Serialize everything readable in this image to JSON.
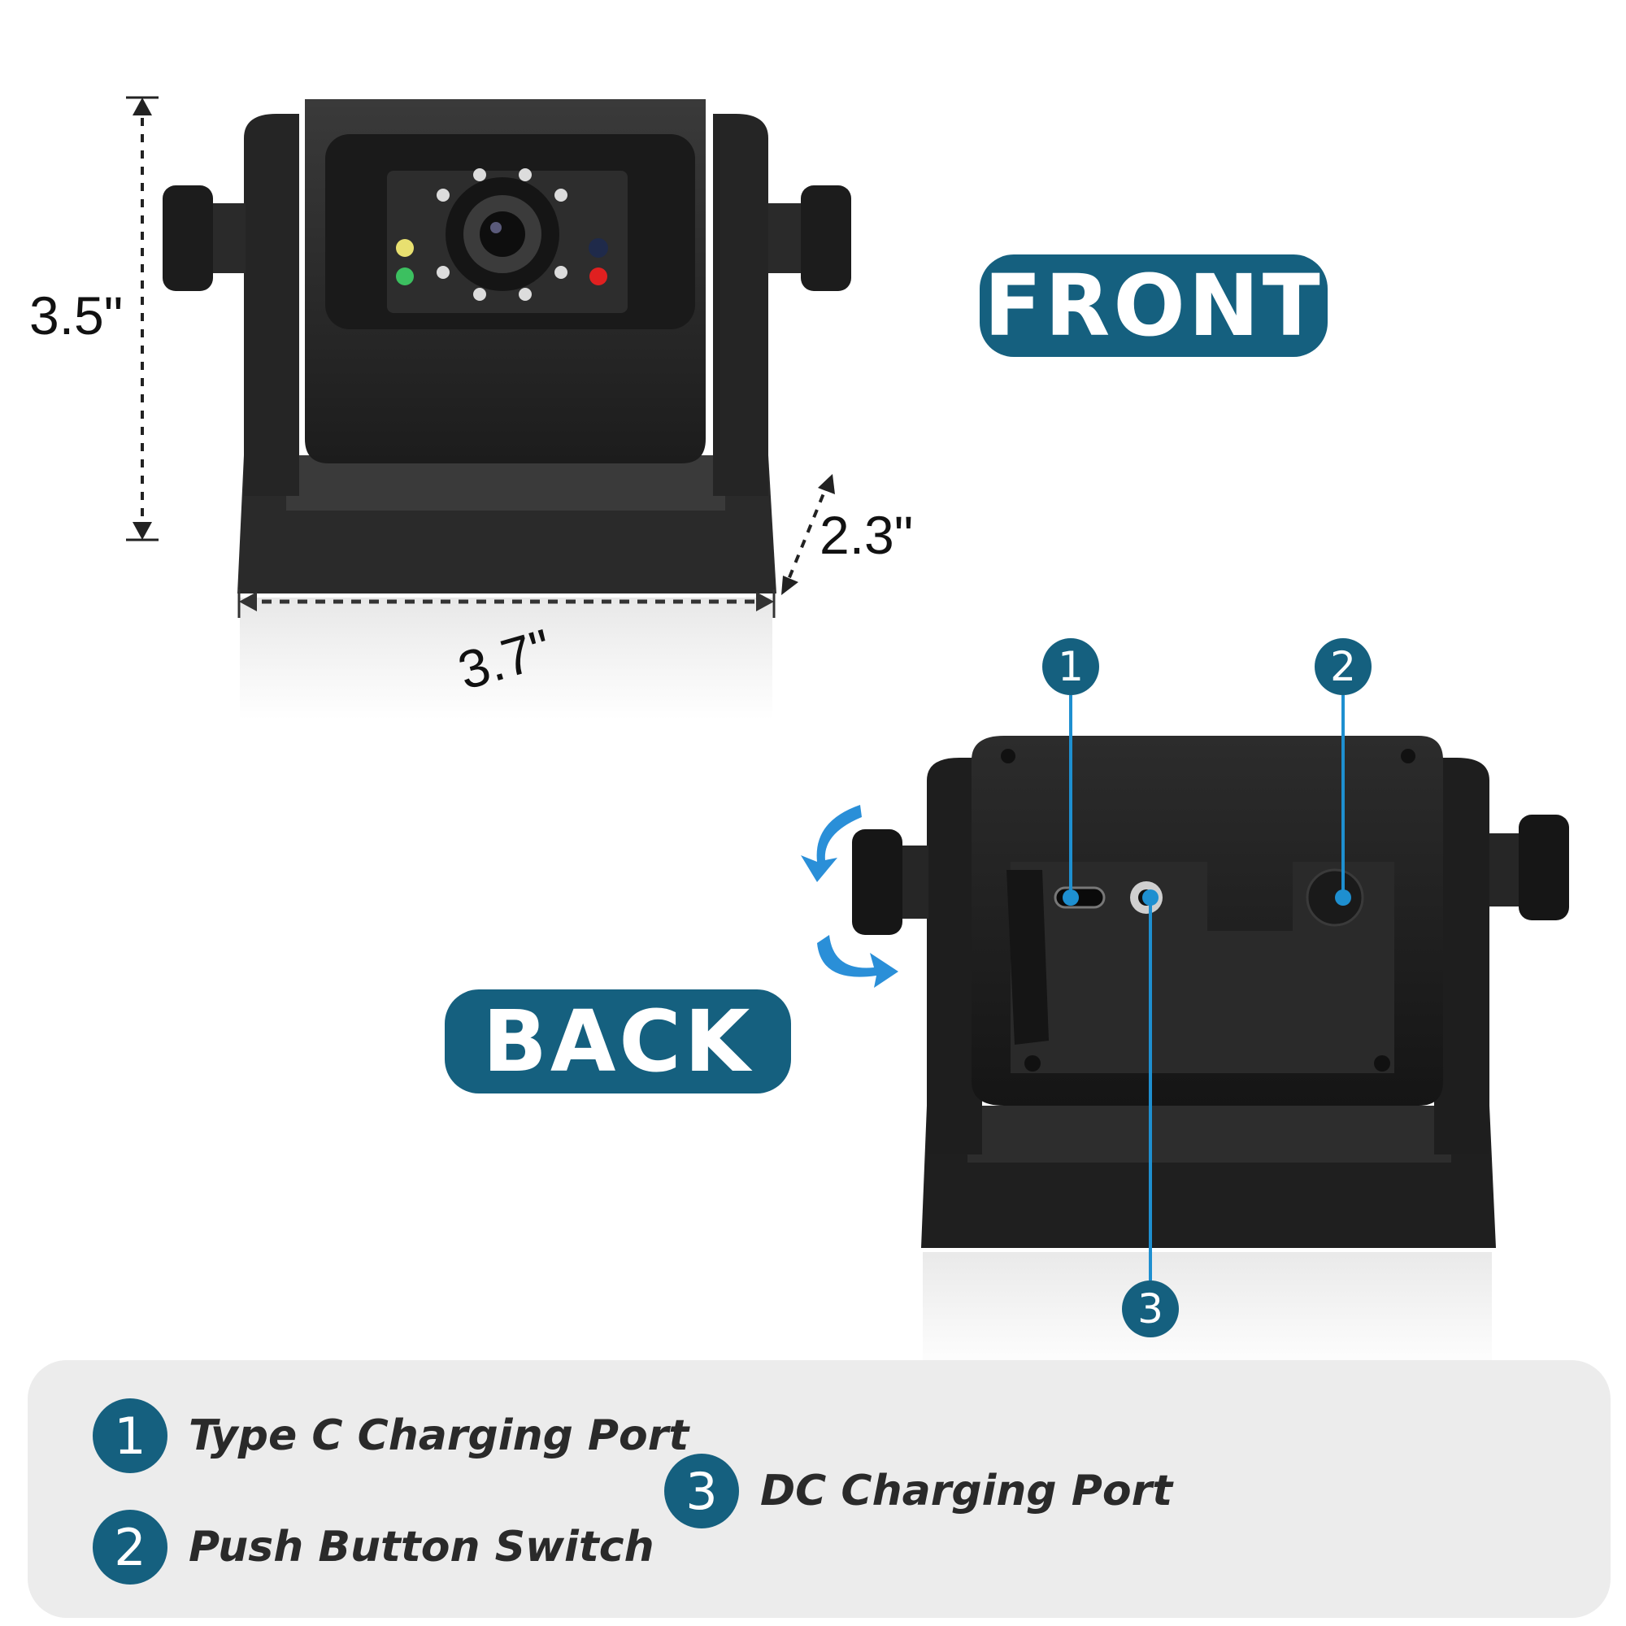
{
  "labels": {
    "front": "FRONT",
    "back": "BACK"
  },
  "dimensions": {
    "height": "3.5\"",
    "depth": "2.3\"",
    "width": "3.7\""
  },
  "callouts": [
    "1",
    "2",
    "3"
  ],
  "legend": [
    {
      "number": "1",
      "text": "Type C Charging Port"
    },
    {
      "number": "2",
      "text": "Push Button Switch"
    },
    {
      "number": "3",
      "text": "DC Charging Port"
    }
  ],
  "colors": {
    "accent": "#15607f",
    "callout_line": "#1e8fd0",
    "rotate_arrow": "#2a8fd8",
    "camera_body": "#1b1b1b",
    "legend_bg": "#ececec"
  }
}
